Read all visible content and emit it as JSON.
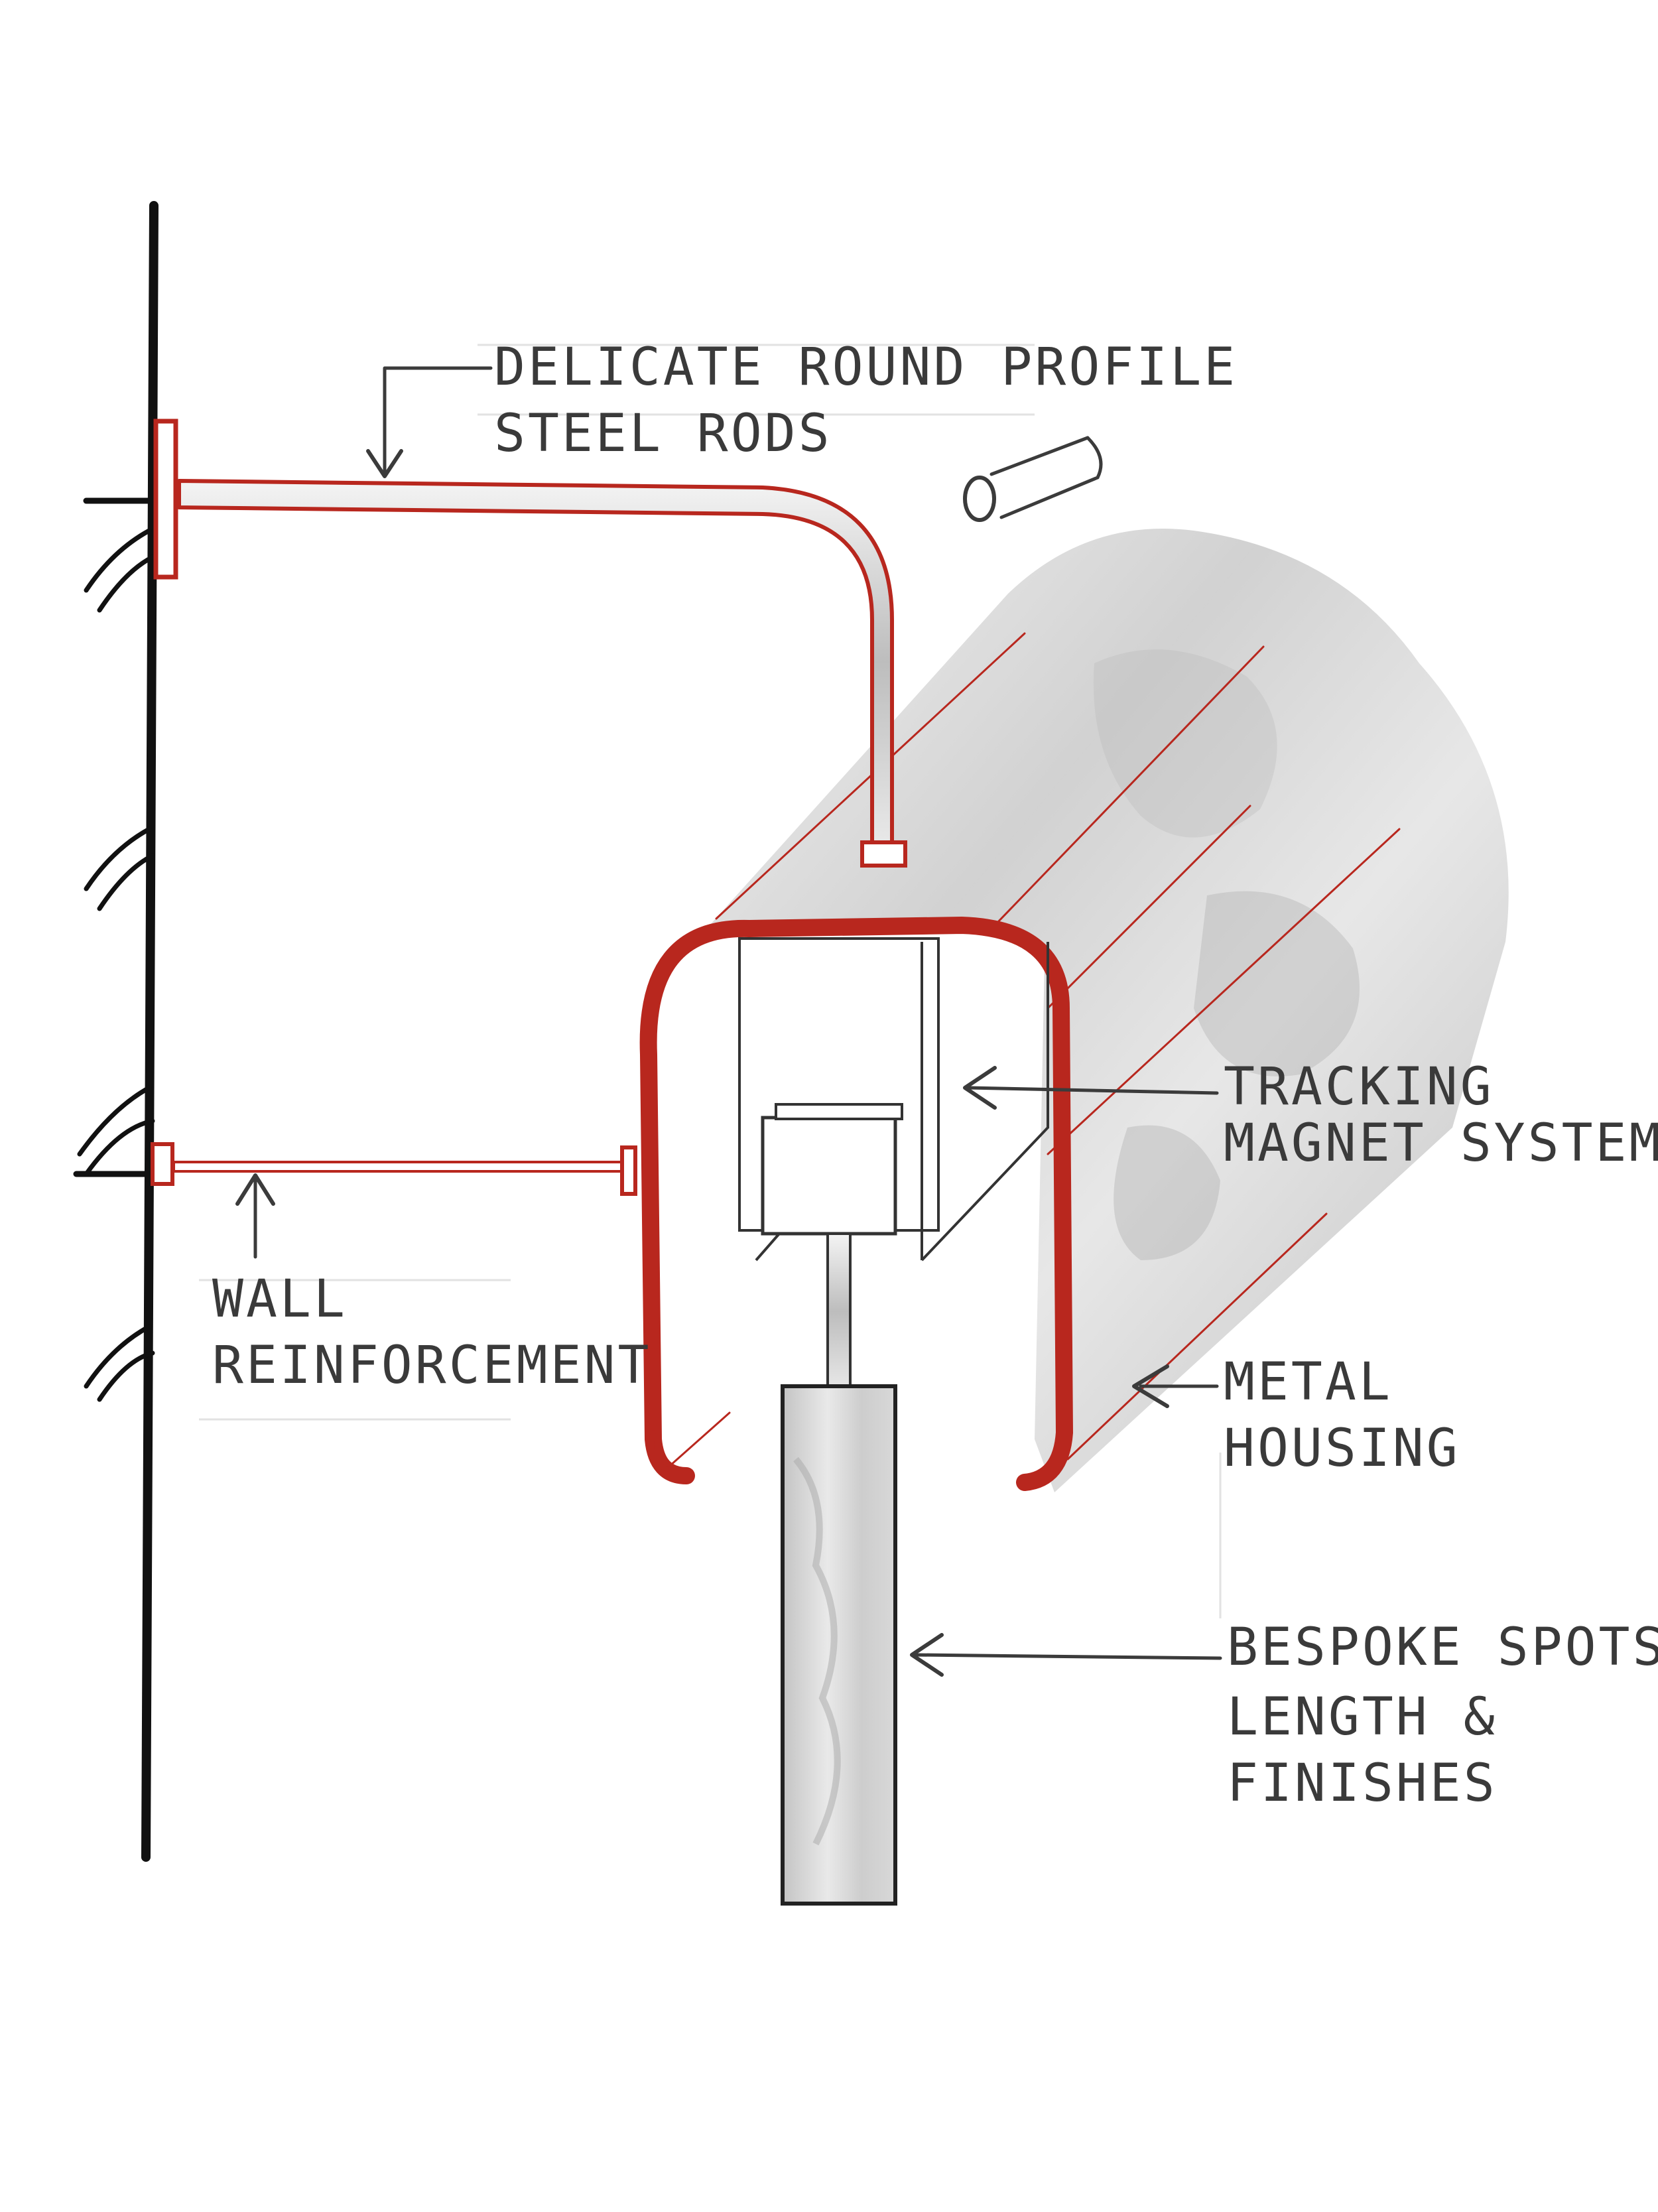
{
  "labels": {
    "rods_line1": "DELICATE ROUND PROFILE",
    "rods_line2": "STEEL RODS",
    "tracking_line1": "TRACKING",
    "tracking_line2": "MAGNET SYSTEM",
    "wall_line1": "WALL",
    "wall_line2": "REINFORCEMENT",
    "housing_line1": "METAL",
    "housing_line2": "HOUSING",
    "spots_line1": "BESPOKE SPOTS",
    "spots_line2": "LENGTH &",
    "spots_line3": "FINISHES"
  },
  "colors": {
    "accent_red": "#b8271e",
    "ink": "#3b3b3b",
    "wall": "#111111",
    "metal_fill": "#c9c9c9"
  }
}
